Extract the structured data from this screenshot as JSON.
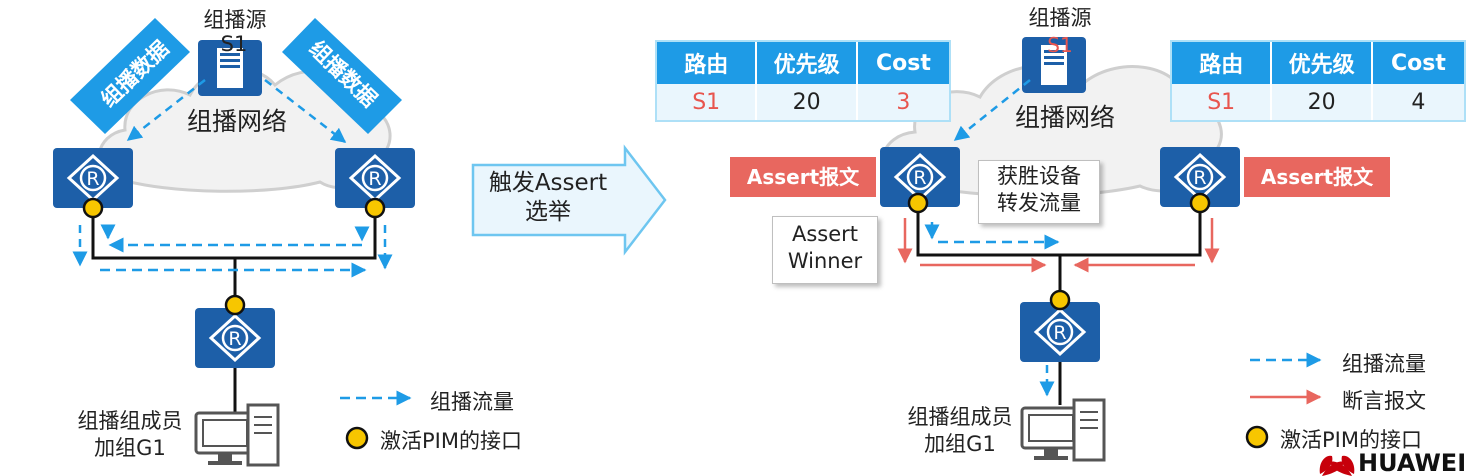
{
  "left": {
    "source_label": "组播源",
    "source_name": "S1",
    "network_label": "组播网络",
    "data_label_left": "组播数据",
    "data_label_right": "组播数据",
    "member_line1": "组播组成员",
    "member_line2": "加组G1",
    "legend_flow": "组播流量",
    "legend_pim": "激活PIM的接口"
  },
  "arrow_label_line1": "触发Assert",
  "arrow_label_line2": "选举",
  "right": {
    "source_label": "组播源",
    "source_name": "S1",
    "network_label": "组播网络",
    "table_headers": [
      "路由",
      "优先级",
      "Cost"
    ],
    "table_left": {
      "route": "S1",
      "priority": "20",
      "cost": "3"
    },
    "table_right": {
      "route": "S1",
      "priority": "20",
      "cost": "4"
    },
    "assert_msg_left": "Assert报文",
    "assert_msg_right": "Assert报文",
    "winner_line1": "Assert",
    "winner_line2": "Winner",
    "forward_line1": "获胜设备",
    "forward_line2": "转发流量",
    "member_line1": "组播组成员",
    "member_line2": "加组G1",
    "legend_flow": "组播流量",
    "legend_assert": "断言报文",
    "legend_pim": "激活PIM的接口"
  },
  "router_letter": "R",
  "brand": "HUAWEI",
  "colors": {
    "router": "#1d5fa8",
    "flow": "#1e9be6",
    "assert": "#e8675f",
    "pim_dot": "#f7c600",
    "cloud": "#e3e3e3"
  }
}
